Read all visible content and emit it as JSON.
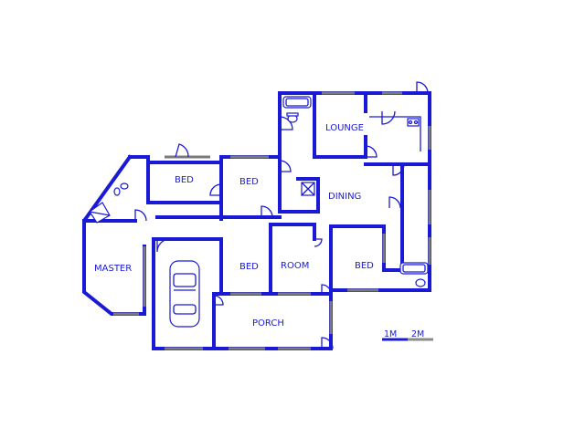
{
  "rooms": {
    "lounge": "LOUNGE",
    "bed_top_left": "BED",
    "bed_top_mid": "BED",
    "dining": "DINING",
    "master": "MASTER",
    "bed_mid": "BED",
    "room": "ROOM",
    "bed_right": "BED",
    "porch": "PORCH"
  },
  "scale": {
    "one": "1M",
    "two": "2M"
  },
  "colors": {
    "wall": "#1a1ad6",
    "window": "#7a7a7a",
    "background": "#ffffff"
  }
}
